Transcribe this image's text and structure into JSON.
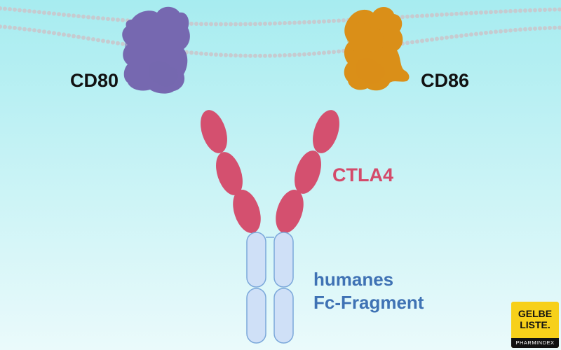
{
  "labels": {
    "cd80": "CD80",
    "cd86": "CD86",
    "ctla4": "CTLA4",
    "fc_line1": "humanes",
    "fc_line2": "Fc-Fragment"
  },
  "logo": {
    "line1": "GELBE",
    "line2": "LISTE.",
    "line3": "PHARMINDEX"
  },
  "colors": {
    "background_top": "#a7ecf0",
    "background_bottom": "#eafafb",
    "membrane": "#c6cbd0",
    "cd80": "#7668b0",
    "cd86": "#da8f18",
    "ctla4": "#d4506f",
    "fc_fragment": "#cfe0f7",
    "fc_outline": "#7ba8da",
    "logo": "#f7d01a"
  }
}
